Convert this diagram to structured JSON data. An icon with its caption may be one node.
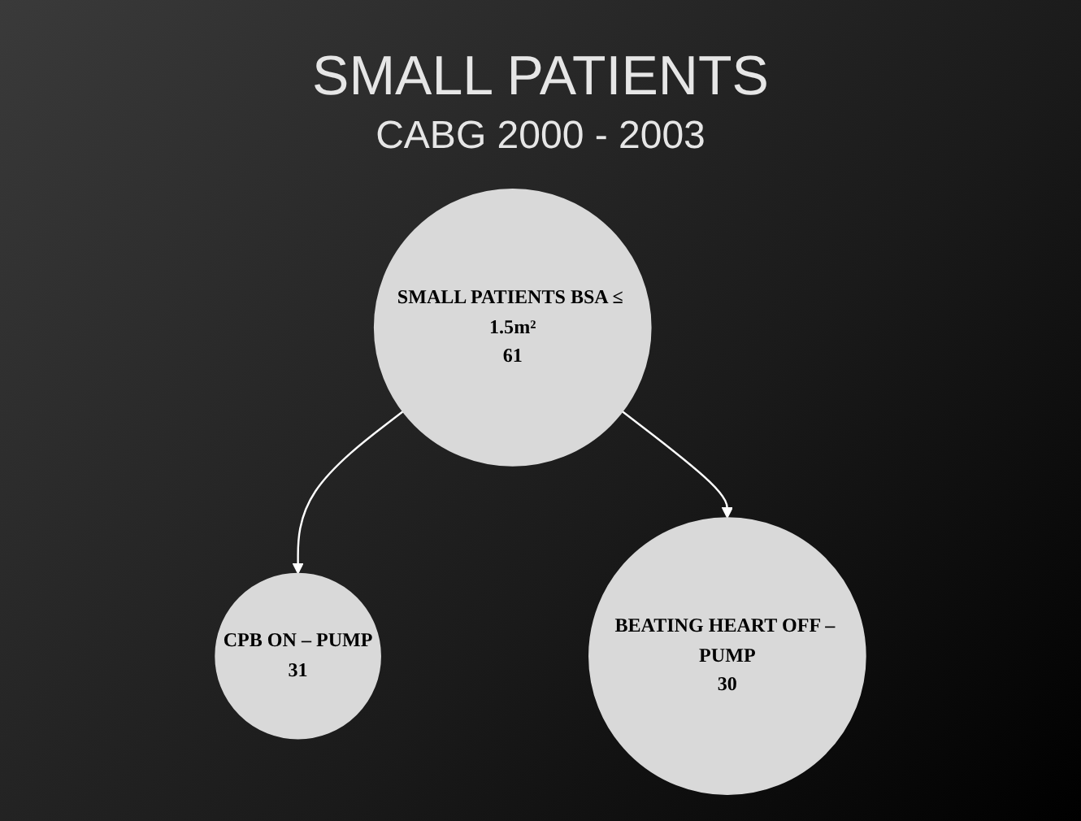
{
  "diagram": {
    "title": "SMALL PATIENTS",
    "nodes": [
      {
        "text": [
          "SMALL PATIENTS BSA ≤ 1.5m²",
          "61"
        ]
      },
      {
        "text": [
          "CPB ON – PUMP",
          "31"
        ]
      },
      {
        "text": [
          "BEATING HEART OFF – PUMP",
          "30"
        ]
      }
    ],
    "edges": [
      {
        "from": 0,
        "to": 1,
        "arrow": "to"
      },
      {
        "from": 0,
        "to": 2,
        "arrow": "to"
      }
    ],
    "labels": [
      "CABG 2000 - 2003"
    ]
  }
}
